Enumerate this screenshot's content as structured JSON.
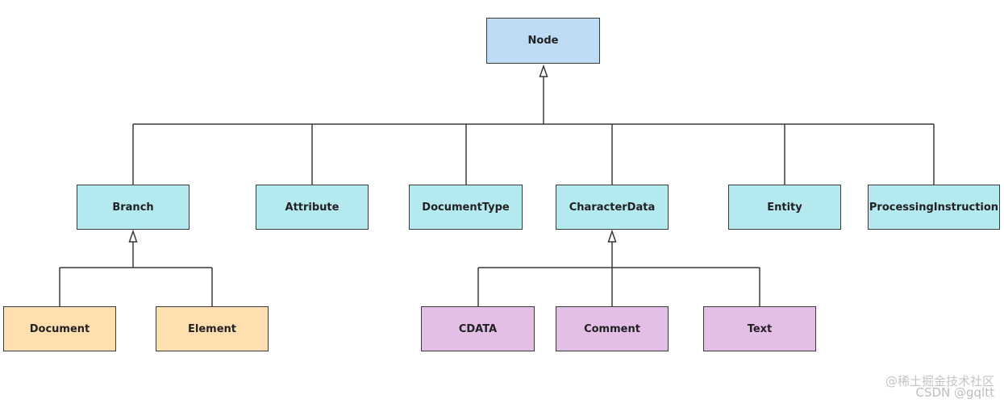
{
  "nodes": {
    "node": "Node",
    "branch": "Branch",
    "attribute": "Attribute",
    "document_type": "DocumentType",
    "character_data": "CharacterData",
    "entity": "Entity",
    "processing_instruction": "ProcessingInstruction",
    "document": "Document",
    "element": "Element",
    "cdata": "CDATA",
    "comment": "Comment",
    "text": "Text"
  },
  "colors": {
    "root_fill": "#bfdcf7",
    "level1_fill": "#b3e9ef",
    "branch_children_fill": "#ffdfb0",
    "characterdata_children_fill": "#e3bfe6",
    "line": "#3a3a3a"
  },
  "watermark": {
    "line1": "@稀土掘金技术社区",
    "line2": "CSDN @gqltt"
  }
}
